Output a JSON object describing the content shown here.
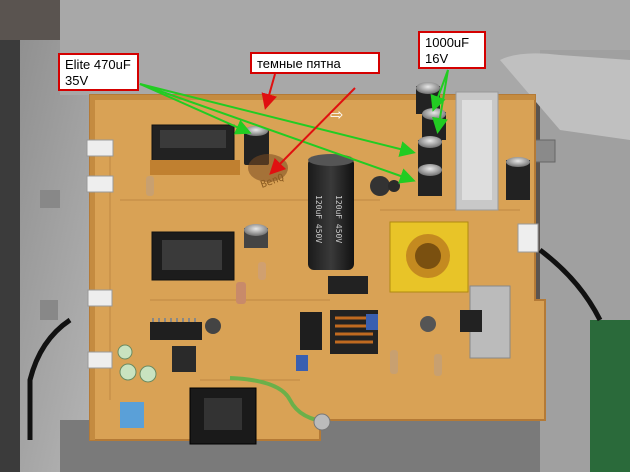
{
  "image": {
    "subject": "photo",
    "colors": {
      "pcb": "#d9a255",
      "chassis": "#9b9b9b",
      "callout_border": "#d40000",
      "arrow_green": "#22cc22",
      "arrow_red": "#e01010"
    }
  },
  "callouts": {
    "elite_cap": "Elite 470uF\n35V",
    "dark_spots": "темные пятна",
    "big_cap": "1000uF\n16V"
  },
  "silkscreen": {
    "brand": "BenQ",
    "cap_label": "120uF 450V"
  }
}
